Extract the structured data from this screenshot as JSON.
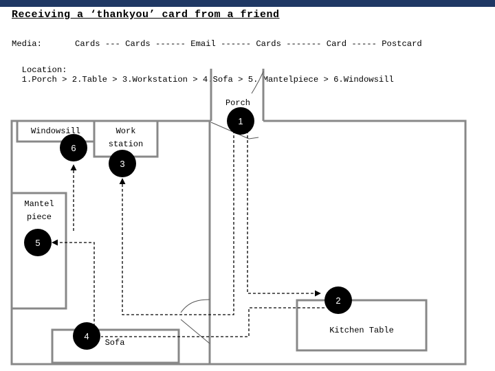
{
  "title": "Receiving a ‘thankyou’ card from a friend",
  "media": {
    "label": "Media:",
    "items": [
      "Cards",
      "Cards",
      "Email",
      "Cards",
      "Card",
      "Postcard"
    ],
    "separators": [
      " --- ",
      " ------ ",
      " ------ ",
      " ------- ",
      " ----- "
    ]
  },
  "location": {
    "label": "Location:",
    "text": "1.Porch > 2.Table > 3.Workstation > 4.Sofa > 5. Mantelpiece > 6.Windowsill"
  },
  "rooms": {
    "porch": "Porch",
    "windowsill": "Windowsill",
    "workstation": "Work\nstation",
    "mantelpiece": "Mantel\npiece",
    "sofa": "Sofa",
    "kitchen_table": "Kitchen Table"
  },
  "markers": [
    "1",
    "2",
    "3",
    "4",
    "5",
    "6"
  ]
}
